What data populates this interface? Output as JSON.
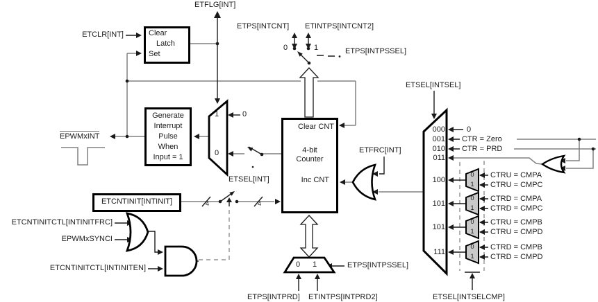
{
  "diagram": {
    "labels": {
      "etflg": "ETFLG[INT]",
      "etclr": "ETCLR[INT]",
      "etps_intcnt": "ETPS[INTCNT]",
      "etintps_intcnt2": "ETINTPS[INTCNT2]",
      "etps_intpssel": "ETPS[INTPSSEL]",
      "epwmxint": "EPWMxINT",
      "etsel_int": "ETSEL[INT]",
      "etfrc_int": "ETFRC[INT]",
      "etsel_intsel": "ETSEL[INTSEL]",
      "etcntinit_box": "ETCNTINIT[INTINIT]",
      "etcntinitctl_intinitfrc": "ETCNTINITCTL[INTINITFRC]",
      "epwmxsynci": "EPWMxSYNCI",
      "etcntinitctl_intiniten": "ETCNTINITCTL[INTINITEN]",
      "etps_intprd": "ETPS[INTPRD]",
      "etintps_intprd2": "ETINTPS[INTPRD2]",
      "etps_intpssel_b": "ETPS[INTPSSEL]",
      "etsel_intselcmp": "ETSEL[INTSELCMP]"
    },
    "latch": {
      "l1": "Clear",
      "l2": "Latch",
      "l3": "Set"
    },
    "generate": {
      "l1": "Generate",
      "l2": "Interrupt",
      "l3": "Pulse",
      "l4": "When",
      "l5": "Input = 1"
    },
    "counter": {
      "top": "Clear CNT",
      "mid1": "4-bit",
      "mid2": "Counter",
      "bot": "Inc CNT"
    },
    "int_mux": {
      "in1": "1",
      "in0": "0",
      "const": "0"
    },
    "top_switch": {
      "zero": "0",
      "one": "1"
    },
    "bus_width": "4",
    "selcodes": [
      "000",
      "001",
      "010",
      "011",
      "100",
      "101",
      "101",
      "111"
    ],
    "sel_inputs": {
      "c000": "0",
      "c001": "CTR = Zero",
      "c010": "CTR = PRD"
    },
    "cmp_muxes": [
      {
        "p0": "0",
        "p1": "1",
        "in0": "CTRU = CMPA",
        "in1": "CTRU = CMPC"
      },
      {
        "p0": "0",
        "p1": "1",
        "in0": "CTRD = CMPA",
        "in1": "CTRD = CMPC"
      },
      {
        "p0": "0",
        "p1": "1",
        "in0": "CTRU = CMPB",
        "in1": "CTRU = CMPD"
      },
      {
        "p0": "0",
        "p1": "1",
        "in0": "CTRD = CMPB",
        "in1": "CTRD = CMPD"
      }
    ],
    "bottom_mux": {
      "p0": "0",
      "p1": "1"
    },
    "colors": {
      "wire": "#808080",
      "ink": "#000000",
      "mux_fill": "#c9c9c9"
    }
  }
}
